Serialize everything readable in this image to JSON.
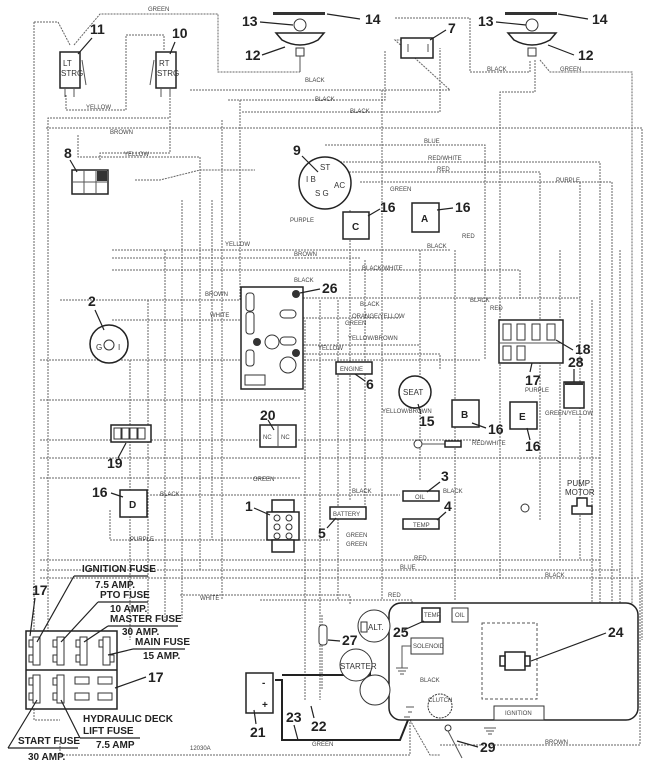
{
  "diagram": {
    "drawing_number": "12030A",
    "wire_labels": {
      "green": "GREEN",
      "yellow": "YELLOW",
      "brown": "BROWN",
      "black": "BLACK",
      "blue": "BLUE",
      "red": "RED",
      "red_white": "RED/WHITE",
      "purple": "PURPLE",
      "white": "WHITE",
      "black_white": "BLACK/WHITE",
      "orange_yellow": "ORANGE/YELLOW",
      "yellow_brown": "YELLOW/BROWN",
      "green_yellow": "GREEN/YELLOW"
    },
    "components": {
      "c1": {
        "num": "1"
      },
      "c2": {
        "num": "2",
        "pin_g": "G",
        "pin_i": "I"
      },
      "c3": {
        "num": "3",
        "label": "OIL"
      },
      "c4": {
        "num": "4",
        "label": "TEMP"
      },
      "c5": {
        "num": "5",
        "label": "BATTERY"
      },
      "c6": {
        "num": "6",
        "label": "ENGINE"
      },
      "c7": {
        "num": "7"
      },
      "c8": {
        "num": "8"
      },
      "c9": {
        "num": "9",
        "pin_st": "ST",
        "pin_ib": "I B",
        "pin_ac": "AC",
        "pin_sg": "S G"
      },
      "c10": {
        "num": "10",
        "label1": "RT",
        "label2": "STRG"
      },
      "c11": {
        "num": "11",
        "label1": "LT",
        "label2": "STRG"
      },
      "c12": {
        "num": "12"
      },
      "c13": {
        "num": "13"
      },
      "c14": {
        "num": "14"
      },
      "c15": {
        "num": "15",
        "label": "SEAT"
      },
      "c16": {
        "num": "16",
        "glyph_c": "C",
        "glyph_a": "A",
        "glyph_b": "B",
        "glyph_e": "E",
        "glyph_d": "D"
      },
      "c17": {
        "num": "17"
      },
      "c18": {
        "num": "18"
      },
      "c19": {
        "num": "19"
      },
      "c20": {
        "num": "20",
        "label_a": "NC",
        "label_b": "NC"
      },
      "c21": {
        "num": "21",
        "minus": "-",
        "plus": "+"
      },
      "c22": {
        "num": "22"
      },
      "c23": {
        "num": "23"
      },
      "c24": {
        "num": "24"
      },
      "c25": {
        "num": "25",
        "label": "TEMP"
      },
      "c26": {
        "num": "26"
      },
      "c27": {
        "num": "27"
      },
      "c28": {
        "num": "28"
      },
      "c29": {
        "num": "29"
      },
      "alternator": "ALT.",
      "starter": "STARTER",
      "solenoid": "SOLENOID",
      "oil_sender": "OIL",
      "clutch": "CLUTCH",
      "ignition": "IGNITION",
      "pump_motor_1": "PUMP",
      "pump_motor_2": "MOTOR"
    },
    "fuse_legend": {
      "label_17": "17",
      "ignition": {
        "name": "IGNITION FUSE",
        "rating": "7.5 AMP."
      },
      "pto": {
        "name": "PTO FUSE",
        "rating": "10 AMP."
      },
      "master": {
        "name": "MASTER FUSE",
        "rating": "30 AMP."
      },
      "main": {
        "name": "MAIN FUSE",
        "rating": "15 AMP."
      },
      "hydraulic": {
        "name1": "HYDRAULIC DECK",
        "name2": "LIFT FUSE",
        "rating": "7.5 AMP"
      },
      "start": {
        "name": "START FUSE",
        "rating": "30 AMP."
      }
    }
  }
}
